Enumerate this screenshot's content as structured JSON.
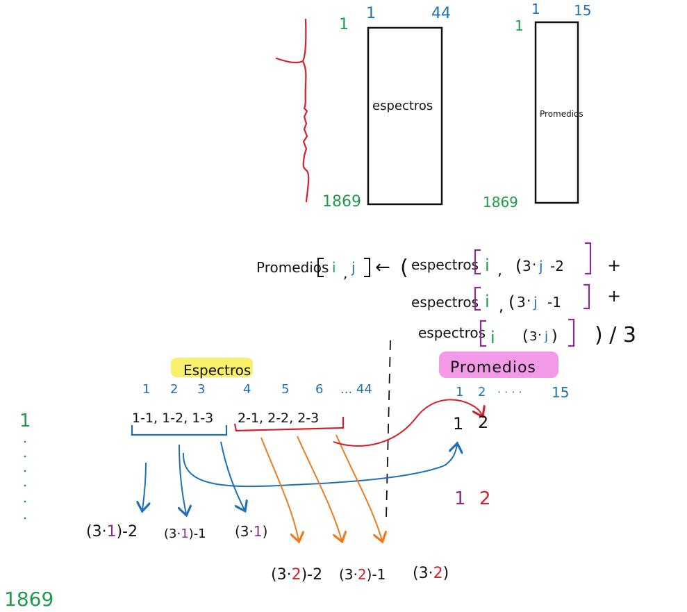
{
  "colors": {
    "ink": "#111111",
    "green": "#1f9a4a",
    "blue": "#1f6fb5",
    "red": "#d4202c",
    "purple": "#8a2d8f",
    "orange": "#f07a1a",
    "yellow_highlight": "#f7f06a",
    "pink_highlight": "#f29ae8"
  },
  "top_matrices": {
    "espectros": {
      "label": "espectros",
      "row_start": "1",
      "row_end": "1869",
      "col_start": "1",
      "col_end": "44"
    },
    "promedios": {
      "label": "Promedios",
      "row_start": "1",
      "row_end": "1869",
      "col_start": "1",
      "col_end": "15"
    }
  },
  "formula": {
    "lhs": "Promedios",
    "i": "i",
    "j": "j",
    "comma": ",",
    "arrow": "←",
    "open_paren": "(",
    "term_name": "espectros",
    "three": "3",
    "dot": "·",
    "minus2": "-2",
    "minus1": "-1",
    "plus": "+",
    "close_div": ") / 3"
  },
  "bottom": {
    "espectros_title": "Espectros",
    "promedios_title": "Promedios",
    "esp_cols": [
      "1",
      "2",
      "3",
      "4",
      "5",
      "6",
      "... 44"
    ],
    "prom_cols": [
      "1",
      "2",
      "· · · ·",
      "15"
    ],
    "group1": "1-1, 1-2, 1-3",
    "group2": "2-1, 2-2, 2-3",
    "result_1": "1",
    "result_2": "2",
    "legend_1": "1",
    "legend_2": "2",
    "row_first": "1",
    "row_last": "1869",
    "expr_j1": [
      {
        "pre": "(3·",
        "j": "1",
        "post": ")-2"
      },
      {
        "pre": "(3·",
        "j": "1",
        "post": ")-1"
      },
      {
        "pre": "(3·",
        "j": "1",
        "post": ")"
      }
    ],
    "expr_j2": [
      {
        "pre": "(3·",
        "j": "2",
        "post": ")-2"
      },
      {
        "pre": "(3·",
        "j": "2",
        "post": ")-1"
      },
      {
        "pre": "(3·",
        "j": "2",
        "post": ")"
      }
    ]
  }
}
